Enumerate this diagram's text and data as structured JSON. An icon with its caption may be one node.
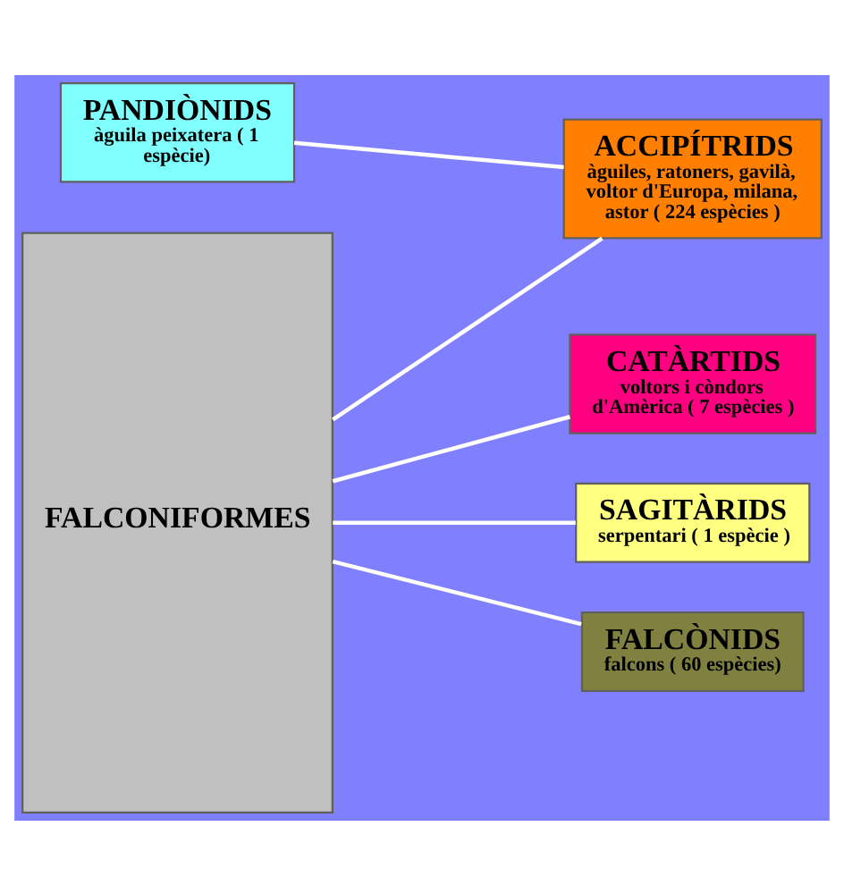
{
  "diagram": {
    "nodes": [
      {
        "text": [
          "FALCONIFORMES"
        ]
      },
      {
        "text": [
          "CATÀRTIDS",
          "voltors i còndors d'Amèrica ( 7 espècies )"
        ]
      },
      {
        "text": [
          "PANDIÒNIDS",
          "àguila peixatera ( 1 espècie)"
        ]
      },
      {
        "text": [
          "ACCIPÍTRIDS",
          "àguiles, ratoners, gavilà, voltor d'Europa, milana, astor ( 224 espècies )"
        ]
      },
      {
        "text": [
          "SAGITÀRIDS",
          "serpentari ( 1 espècie )"
        ]
      },
      {
        "text": [
          "FALCÒNIDS",
          "falcons ( 60 espècies)"
        ]
      }
    ],
    "edges": [
      {
        "from": 0,
        "to": 1,
        "arrow": "none"
      },
      {
        "from": 2,
        "to": 3,
        "arrow": "none"
      },
      {
        "from": 0,
        "to": 3,
        "arrow": "none"
      },
      {
        "from": 0,
        "to": 4,
        "arrow": "none"
      },
      {
        "from": 0,
        "to": 5,
        "arrow": "none"
      }
    ]
  }
}
